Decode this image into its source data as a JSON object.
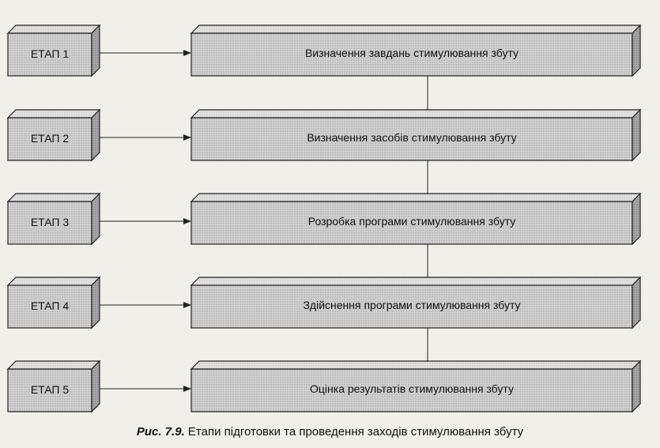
{
  "stages": [
    {
      "label": "ЕТАП 1",
      "task": "Визначення завдань стимулювання збуту"
    },
    {
      "label": "ЕТАП 2",
      "task": "Визначення засобів стимулювання збуту"
    },
    {
      "label": "ЕТАП 3",
      "task": "Розробка програми стимулювання збуту"
    },
    {
      "label": "ЕТАП 4",
      "task": "Здійснення програми стимулювання збуту"
    },
    {
      "label": "ЕТАП 5",
      "task": "Оцінка результатів стимулювання збуту"
    }
  ],
  "caption": {
    "prefix": "Рис. 7.9.",
    "text": "Етапи підготовки та проведення заходів стимулювання збуту"
  },
  "colors": {
    "box_fill": "#cfcfcf",
    "box_top": "#e4e4e4",
    "box_side": "#9a9a9a",
    "stroke": "#222222"
  }
}
